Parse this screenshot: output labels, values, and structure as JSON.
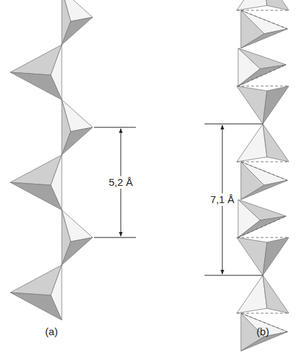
{
  "diagram": {
    "labels": [
      "5,2 Å",
      "7,1 Å",
      "(a)",
      "(b)"
    ]
  }
}
